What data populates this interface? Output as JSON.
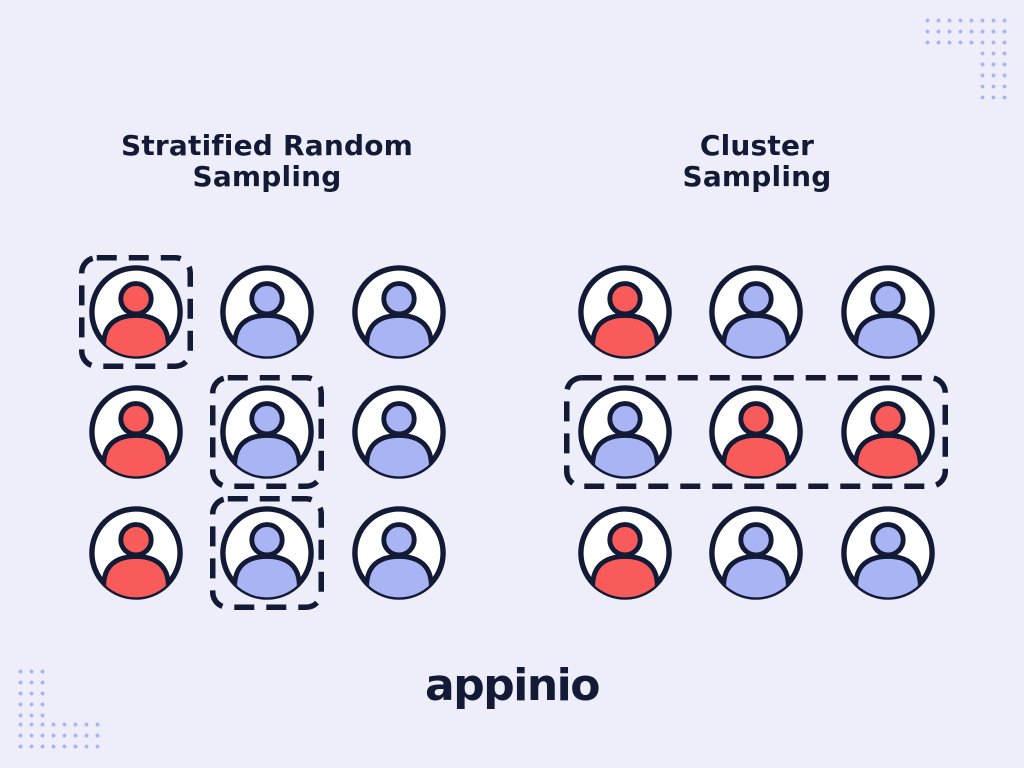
{
  "colors": {
    "background": "#EDEEF9",
    "outline": "#131A35",
    "red": "#F95B5B",
    "blue": "#A9B4F5",
    "circle_fill": "#FFFFFF",
    "dots": "#AAB5EF"
  },
  "diagram": {
    "panels": {
      "left": {
        "title_line1": "Stratified Random",
        "title_line2": "Sampling"
      },
      "right": {
        "title_line1": "Cluster",
        "title_line2": "Sampling"
      }
    },
    "grids": {
      "left": {
        "cells": [
          [
            "red",
            "blue",
            "blue"
          ],
          [
            "red",
            "blue",
            "blue"
          ],
          [
            "red",
            "blue",
            "blue"
          ]
        ],
        "boxed": [
          [
            0,
            0
          ],
          [
            1,
            1
          ],
          [
            2,
            1
          ]
        ],
        "row_box": null
      },
      "right": {
        "cells": [
          [
            "red",
            "blue",
            "blue"
          ],
          [
            "blue",
            "red",
            "red"
          ],
          [
            "red",
            "blue",
            "blue"
          ]
        ],
        "boxed": [],
        "row_box": 1
      }
    }
  },
  "footer": {
    "logo_text": "appinio"
  }
}
